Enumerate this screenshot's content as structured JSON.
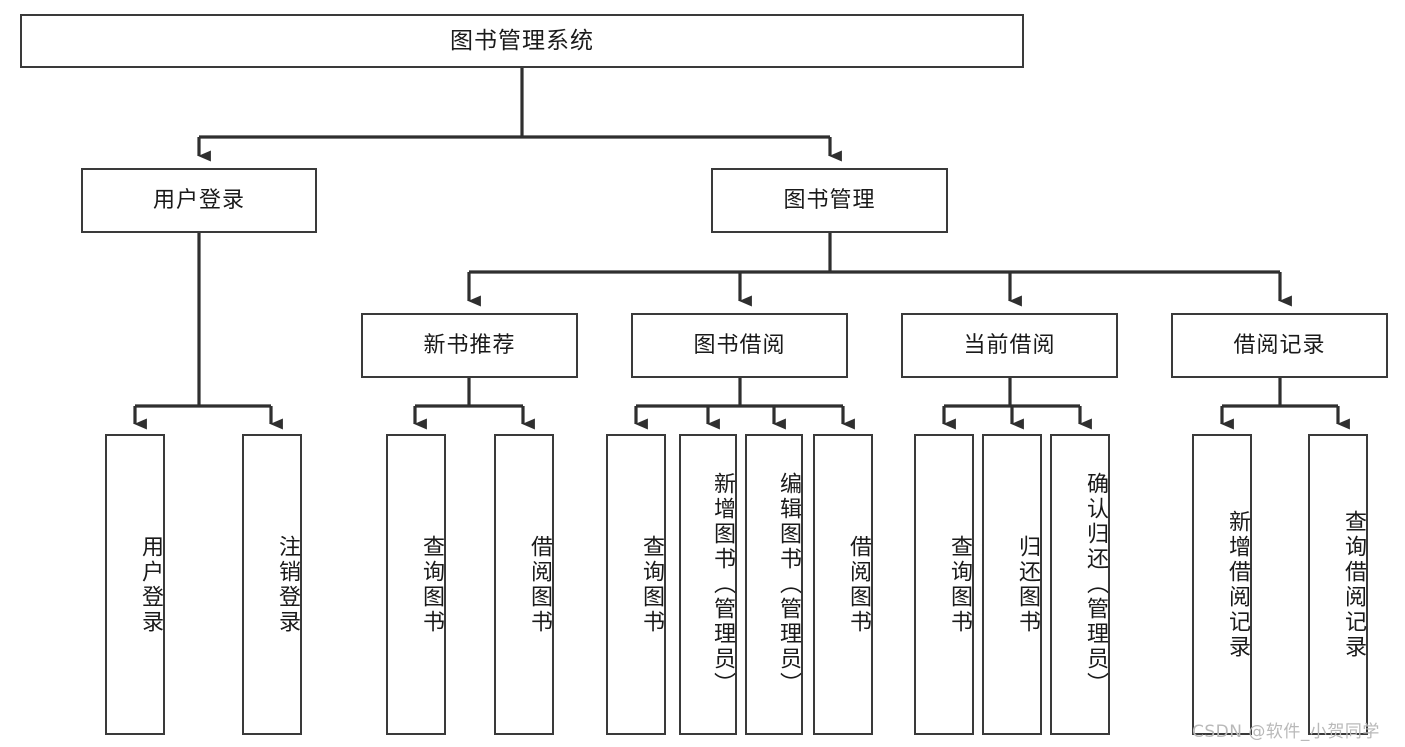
{
  "diagram": {
    "title": "图书管理系统",
    "type": "tree",
    "watermark": "CSDN @软件_小贺同学",
    "colors": {
      "box_border": "#3a3a3a",
      "box_fill": "#ffffff",
      "edge": "#2f2f2f",
      "text": "#1a1a1a",
      "watermark": "#b9b9b9",
      "background": "#ffffff"
    },
    "levels": {
      "root": {
        "label": "图书管理系统"
      },
      "level2": [
        {
          "id": "user-login",
          "label": "用户登录"
        },
        {
          "id": "book-manage",
          "label": "图书管理"
        }
      ],
      "level3": [
        {
          "id": "new-book-recommend",
          "label": "新书推荐",
          "parent": "book-manage"
        },
        {
          "id": "book-borrow",
          "label": "图书借阅",
          "parent": "book-manage"
        },
        {
          "id": "current-borrow",
          "label": "当前借阅",
          "parent": "book-manage"
        },
        {
          "id": "borrow-record",
          "label": "借阅记录",
          "parent": "book-manage"
        }
      ],
      "leaves": {
        "user-login": [
          {
            "id": "leaf-user-login",
            "label": "用户登录"
          },
          {
            "id": "leaf-user-logout",
            "label": "注销登录"
          }
        ],
        "new-book-recommend": [
          {
            "id": "leaf-query-book-1",
            "label": "查询图书"
          },
          {
            "id": "leaf-borrow-book-1",
            "label": "借阅图书"
          }
        ],
        "book-borrow": [
          {
            "id": "leaf-query-book-2",
            "label": "查询图书"
          },
          {
            "id": "leaf-add-book",
            "label": "新增图书（管理员）"
          },
          {
            "id": "leaf-edit-book",
            "label": "编辑图书（管理员）"
          },
          {
            "id": "leaf-borrow-book-2",
            "label": "借阅图书"
          }
        ],
        "current-borrow": [
          {
            "id": "leaf-query-book-3",
            "label": "查询图书"
          },
          {
            "id": "leaf-return-book",
            "label": "归还图书"
          },
          {
            "id": "leaf-confirm-return",
            "label": "确认归还（管理员）"
          }
        ],
        "borrow-record": [
          {
            "id": "leaf-add-record",
            "label": "新增借阅记录"
          },
          {
            "id": "leaf-query-record",
            "label": "查询借阅记录"
          }
        ]
      }
    }
  }
}
